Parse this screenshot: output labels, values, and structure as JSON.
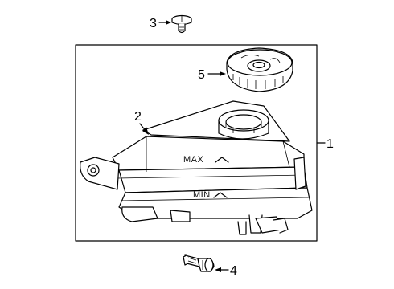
{
  "callouts": {
    "c1": "1",
    "c2": "2",
    "c3": "3",
    "c4": "4",
    "c5": "5"
  },
  "embossed": {
    "max": "MAX",
    "min": "MIN"
  }
}
